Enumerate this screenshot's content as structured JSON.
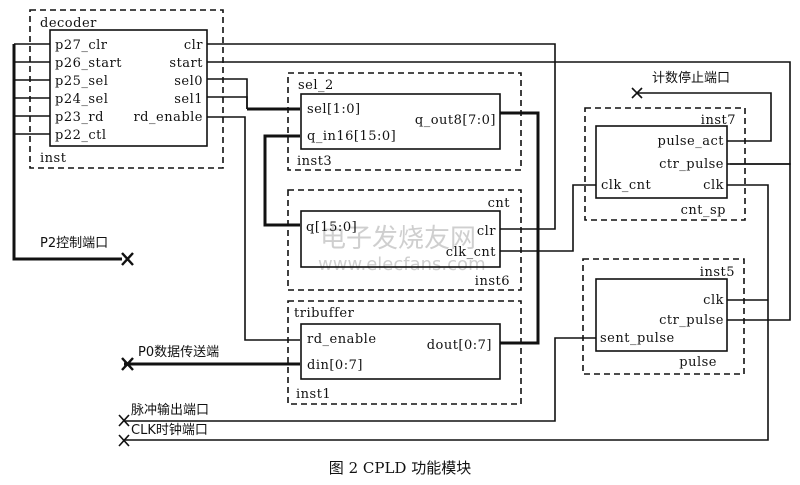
{
  "caption": "图 2  CPLD 功能模块",
  "watermark": {
    "cn": "电子发烧友网",
    "url": "www.elecfans.com"
  },
  "modules": {
    "decoder": {
      "type": "decoder",
      "instance": "inst",
      "inputs": [
        "p27_clr",
        "p26_start",
        "p25_sel",
        "p24_sel",
        "p23_rd",
        "p22_ctl"
      ],
      "outputs": [
        "clr",
        "start",
        "sel0",
        "sel1",
        "rd_enable"
      ]
    },
    "sel_2": {
      "type": "sel_2",
      "instance": "inst3",
      "inputs": [
        "sel[1:0]",
        "q_in16[15:0]"
      ],
      "outputs": [
        "q_out8[7:0]"
      ]
    },
    "cnt": {
      "type": "cnt",
      "instance": "inst6",
      "outputs_left": [
        "q[15:0]"
      ],
      "inputs": [
        "clr",
        "clk_cnt"
      ]
    },
    "tribuffer": {
      "type": "tribuffer",
      "instance": "inst1",
      "inputs": [
        "rd_enable",
        "din[0:7]"
      ],
      "outputs": [
        "dout[0:7]"
      ]
    },
    "cnt_sp": {
      "type": "cnt_sp",
      "instance": "inst7",
      "ports_right": [
        "pulse_act",
        "ctr_pulse",
        "clk"
      ],
      "ports_left": [
        "clk_cnt"
      ]
    },
    "pulse": {
      "type": "pulse",
      "instance": "inst5",
      "ports_right": [
        "clk",
        "ctr_pulse"
      ],
      "ports_left": [
        "sent_pulse"
      ]
    }
  },
  "ports": {
    "p2": "P2控制端口",
    "p0": "P0数据传送端",
    "stop": "计数停止端口",
    "pulse_out": "脉冲输出端口",
    "clk": "CLK时钟端口"
  }
}
